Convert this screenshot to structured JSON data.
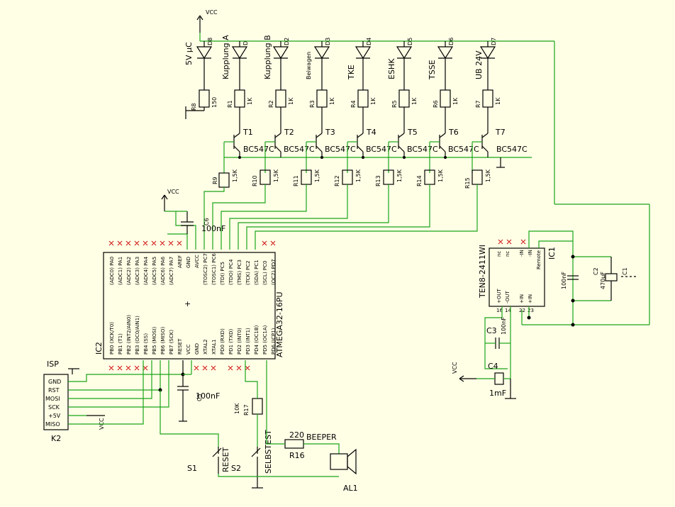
{
  "colors": {
    "background": "#ffffe6",
    "wire": "#1aa51a",
    "component": "#000000",
    "pin_mark": "#d01818"
  },
  "icons": [
    "led-icon",
    "npn-transistor-icon",
    "resistor-icon",
    "capacitor-icon",
    "polarized-capacitor-icon",
    "push-button-icon",
    "speaker-icon",
    "ground-icon",
    "vcc-arrow-icon",
    "junction-dot-icon"
  ],
  "power": {
    "vcc": "VCC"
  },
  "leds": [
    {
      "ref": "D8",
      "label": "5V µC"
    },
    {
      "ref": "D",
      "label": "Kupplung A"
    },
    {
      "ref": "D2",
      "label": "Kupplung B"
    },
    {
      "ref": "D3",
      "label": "Beiwagen"
    },
    {
      "ref": "D4",
      "label": "TKE"
    },
    {
      "ref": "D5",
      "label": "ESHK"
    },
    {
      "ref": "D6",
      "label": "TSSE"
    },
    {
      "ref": "D7",
      "label": "UB 24V"
    }
  ],
  "led_resistors": [
    {
      "ref": "R8",
      "value": "150"
    },
    {
      "ref": "R1",
      "value": "1K"
    },
    {
      "ref": "R2",
      "value": "1K"
    },
    {
      "ref": "R3",
      "value": "1K"
    },
    {
      "ref": "R4",
      "value": "1K"
    },
    {
      "ref": "R5",
      "value": "1K"
    },
    {
      "ref": "R6",
      "value": "1K"
    },
    {
      "ref": "R7",
      "value": "1K"
    }
  ],
  "transistors": [
    {
      "ref": "T1",
      "type": "BC547C"
    },
    {
      "ref": "T2",
      "type": "BC547C"
    },
    {
      "ref": "T3",
      "type": "BC547C"
    },
    {
      "ref": "T4",
      "type": "BC547C"
    },
    {
      "ref": "T5",
      "type": "BC547C"
    },
    {
      "ref": "T6",
      "type": "BC547C"
    },
    {
      "ref": "T7",
      "type": "BC547C"
    }
  ],
  "base_resistors": [
    {
      "ref": "R9",
      "value": "1,5K"
    },
    {
      "ref": "R10",
      "value": "1,5K"
    },
    {
      "ref": "R11",
      "value": "1,5K"
    },
    {
      "ref": "R12",
      "value": "1,5K"
    },
    {
      "ref": "R13",
      "value": "1,5K"
    },
    {
      "ref": "R14",
      "value": "1,5K"
    },
    {
      "ref": "R15",
      "value": "1,5K"
    }
  ],
  "c6": {
    "ref": "C6",
    "value": "100nF"
  },
  "c5": {
    "ref": "C5",
    "value": "100nF"
  },
  "mcu": {
    "ref": "IC2",
    "part": "ATMEGA32-16PU",
    "top_pins": [
      "(ADC0) PA0",
      "(ADC1) PA1",
      "(ADC2) PA2",
      "(ADC3) PA3",
      "(ADC4) PA4",
      "(ADC5) PA5",
      "(ADC6) PA6",
      "(ADC7) PA7",
      "AREF",
      "GND",
      "AVCC",
      "(TOSC2) PC7",
      "(TOSC1) PC6",
      "(TDI) PC5",
      "(TDO) PC4",
      "(TMS) PC3",
      "(TCK) PC2",
      "(SDA) PC1",
      "(SCL) PC0",
      "(OC2) PD7"
    ],
    "bottom_pins": [
      "PB0 (XCK/T0)",
      "PB1 (T1)",
      "PB2 (INT2/AIN0)",
      "PB3 (OC0/AIN1)",
      "PB4 (SS)",
      "PB5 (MOSI)",
      "PB6 (MISO)",
      "PB7 (SCK)",
      "RESET",
      "VCC",
      "GND",
      "XTAL2",
      "XTAL1",
      "PD0 (RXD)",
      "PD1 (TXD)",
      "PD2 (INT0)",
      "PD3 (INT1)",
      "PD4 (OC1B)",
      "PD5 (OC1A)",
      "PD6 (ICP1)"
    ]
  },
  "isp": {
    "header": "ISP",
    "ref": "K2",
    "pins": [
      "GND",
      "RST",
      "MOSI",
      "SCK",
      "+5V",
      "MISO"
    ]
  },
  "r17": {
    "ref": "R17",
    "value": "10K"
  },
  "r16": {
    "ref": "R16",
    "value": "220"
  },
  "beeper": {
    "label": "BEEPER",
    "ref": "AL1"
  },
  "s1": {
    "ref": "S1",
    "label": "RESET"
  },
  "s2": {
    "ref": "S2",
    "label": "SELBSTEST"
  },
  "ic1": {
    "ref": "IC1",
    "part": "TEN8-2411WI",
    "pin_names": [
      "nc",
      "nc",
      "-IN",
      "-IN",
      "Remote",
      "+OUT",
      "-OUT",
      "+IN",
      "+IN"
    ],
    "pin_numbers": [
      "16",
      "14",
      "22",
      "23"
    ]
  },
  "c1": {
    "ref": "C1"
  },
  "c2": {
    "ref": "C2",
    "value": "470µF"
  },
  "c_ic1": {
    "value": "100nF"
  },
  "c3": {
    "ref": "C3",
    "value": "100nF"
  },
  "c4": {
    "ref": "C4",
    "value": "1mF"
  }
}
